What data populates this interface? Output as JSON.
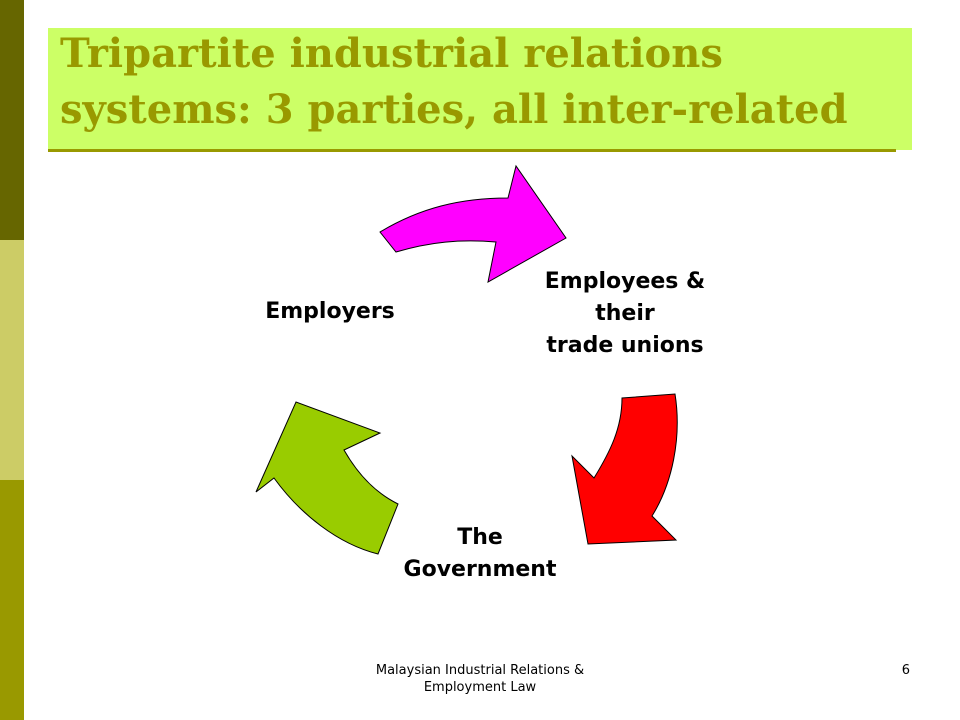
{
  "slide": {
    "title": "Tripartite industrial relations systems: 3 parties, all inter-related",
    "footer": "Malaysian Industrial Relations & Employment Law",
    "page_number": "6"
  },
  "colors": {
    "left_bar_dark": "#666600",
    "left_bar_light": "#CCCC66",
    "left_bar_mid": "#999900",
    "title_background": "#CCFF66",
    "title_text": "#999900",
    "arrow_magenta": "#FF00FF",
    "arrow_red": "#FF0000",
    "arrow_green": "#99CC00"
  },
  "diagram": {
    "type": "cycle",
    "nodes": [
      {
        "id": "employees",
        "lines": [
          "Employees &",
          "their",
          "trade unions"
        ]
      },
      {
        "id": "government",
        "lines": [
          "The",
          "Government"
        ]
      },
      {
        "id": "employers",
        "lines": [
          "Employers"
        ]
      }
    ],
    "arrows": [
      {
        "from": "employers",
        "to": "employees",
        "color": "magenta"
      },
      {
        "from": "employees",
        "to": "government",
        "color": "red"
      },
      {
        "from": "government",
        "to": "employers",
        "color": "green"
      }
    ]
  }
}
